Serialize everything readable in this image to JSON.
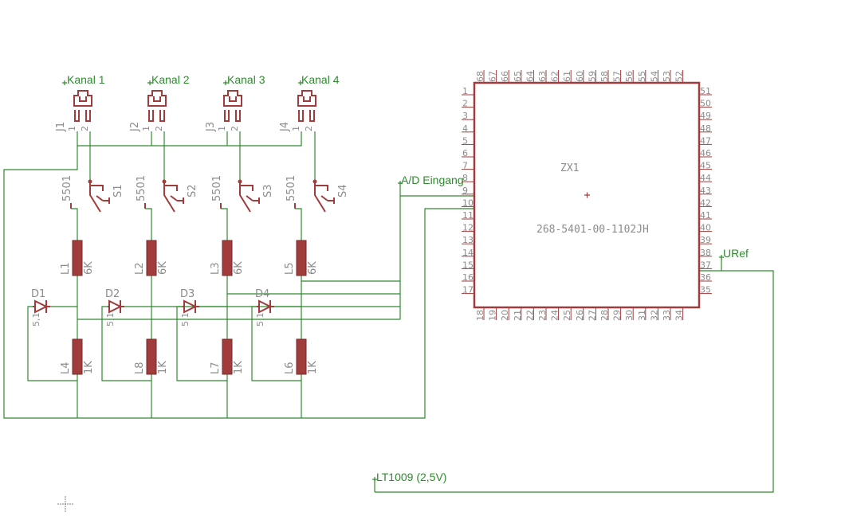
{
  "colors": {
    "wire": "#2e8b2e",
    "part": "#a03c3c",
    "text": "#8c8c8c",
    "background": "#ffffff"
  },
  "nets": {
    "kanal1": "Kanal 1",
    "kanal2": "Kanal 2",
    "kanal3": "Kanal 3",
    "kanal4": "Kanal 4",
    "ad_eingang": "A/D Eingang",
    "uref": "URef",
    "lt1009": "LT1009 (2,5V)"
  },
  "connectors": [
    {
      "name": "J1",
      "pin1": "1",
      "pin2": "2"
    },
    {
      "name": "J2",
      "pin1": "1",
      "pin2": "2"
    },
    {
      "name": "J3",
      "pin1": "1",
      "pin2": "2"
    },
    {
      "name": "J4",
      "pin1": "1",
      "pin2": "2"
    }
  ],
  "switches": [
    {
      "name": "S1",
      "value": "5501"
    },
    {
      "name": "S2",
      "value": "5501"
    },
    {
      "name": "S3",
      "value": "5501"
    },
    {
      "name": "S4",
      "value": "5501"
    }
  ],
  "upper_resistors": [
    {
      "name": "L1",
      "value": "6K"
    },
    {
      "name": "L2",
      "value": "6K"
    },
    {
      "name": "L3",
      "value": "6K"
    },
    {
      "name": "L5",
      "value": "6K"
    }
  ],
  "lower_resistors": [
    {
      "name": "L4",
      "value": "1K"
    },
    {
      "name": "L8",
      "value": "1K"
    },
    {
      "name": "L7",
      "value": "1K"
    },
    {
      "name": "L6",
      "value": "1K"
    }
  ],
  "diodes": [
    {
      "name": "D1",
      "value": "5,1"
    },
    {
      "name": "D2",
      "value": "5,1"
    },
    {
      "name": "D3",
      "value": "5,1"
    },
    {
      "name": "D4",
      "value": "5,1"
    }
  ],
  "chip": {
    "name": "ZX1",
    "value": "268-5401-00-1102JH",
    "pins_left": [
      "1",
      "2",
      "3",
      "4",
      "5",
      "6",
      "7",
      "8",
      "9",
      "10",
      "11",
      "12",
      "13",
      "14",
      "15",
      "16",
      "17"
    ],
    "pins_right": [
      "51",
      "50",
      "49",
      "48",
      "47",
      "46",
      "45",
      "44",
      "43",
      "42",
      "41",
      "40",
      "39",
      "38",
      "37",
      "36",
      "35"
    ],
    "pins_top": [
      "68",
      "67",
      "66",
      "65",
      "64",
      "63",
      "62",
      "61",
      "60",
      "59",
      "58",
      "57",
      "56",
      "55",
      "54",
      "53",
      "52"
    ],
    "pins_bottom": [
      "18",
      "19",
      "20",
      "21",
      "22",
      "23",
      "24",
      "25",
      "26",
      "27",
      "28",
      "29",
      "30",
      "31",
      "32",
      "33",
      "34"
    ]
  }
}
